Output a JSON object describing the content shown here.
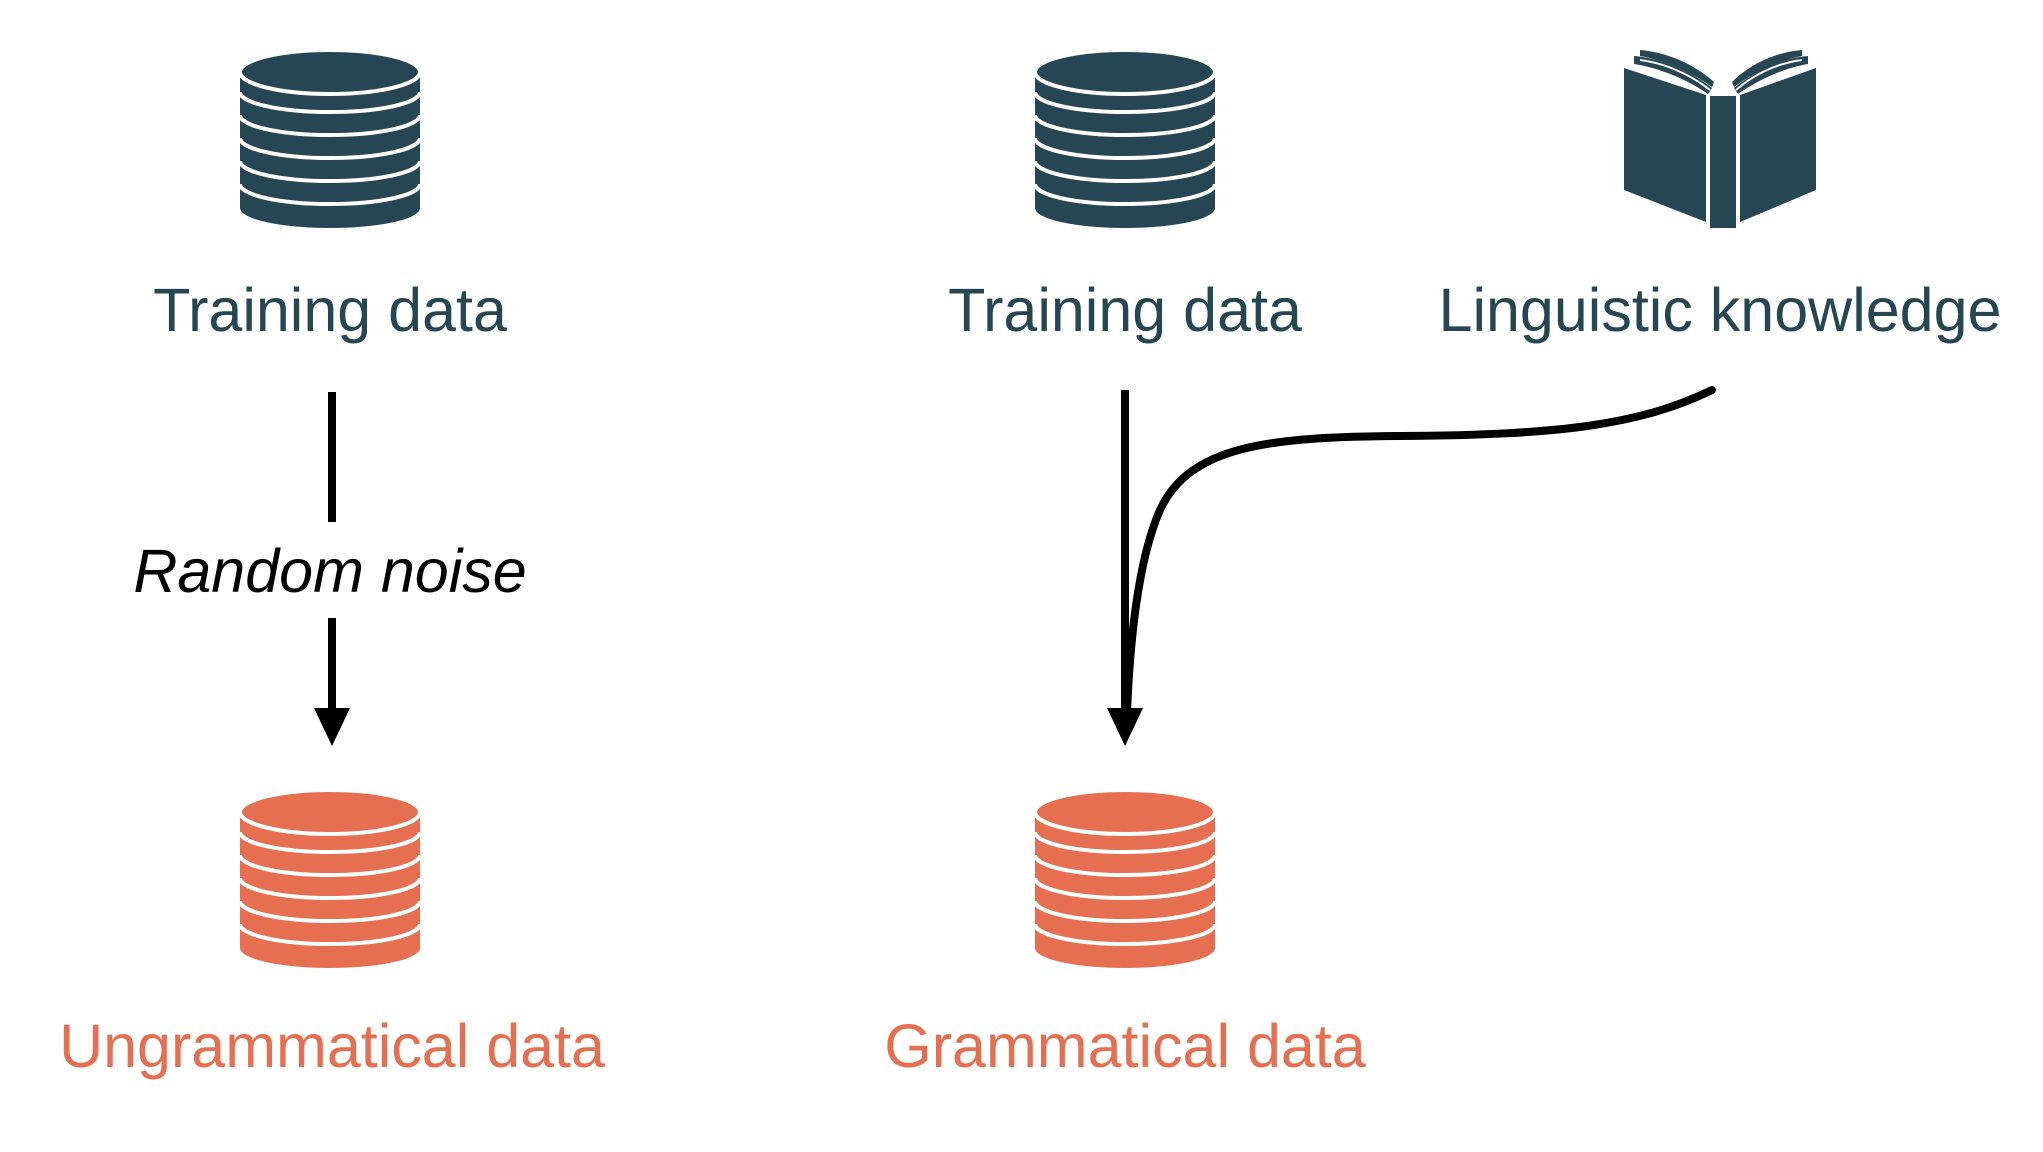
{
  "colors": {
    "dark": "#264653",
    "accent": "#e76f51",
    "arrow": "#000000",
    "background": "#ffffff"
  },
  "left": {
    "source_icon": "database-icon",
    "source_label": "Training data",
    "process_label": "Random noise",
    "target_icon": "database-icon",
    "target_label": "Ungrammatical data"
  },
  "right": {
    "source_icon": "database-icon",
    "source_label": "Training data",
    "knowledge_icon": "open-book-icon",
    "knowledge_label": "Linguistic knowledge",
    "target_icon": "database-icon",
    "target_label": "Grammatical data"
  }
}
